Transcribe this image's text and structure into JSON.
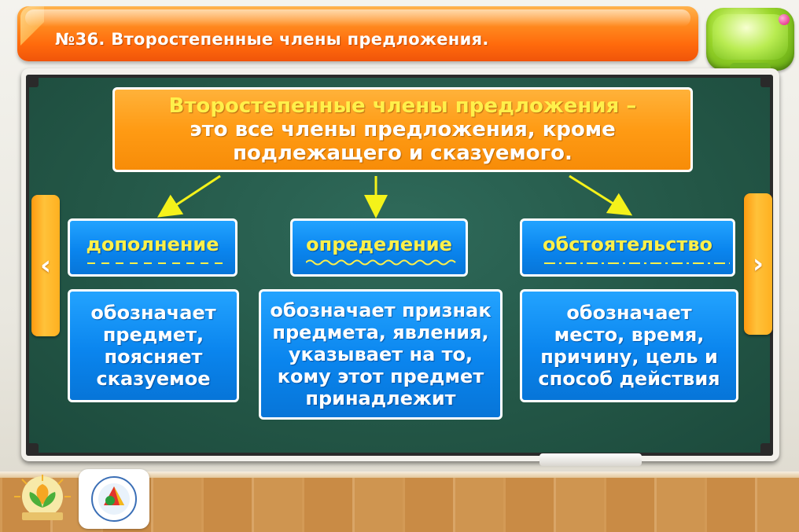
{
  "banner": {
    "title": "№36. Второстепенные члены предложения."
  },
  "definition": {
    "term": "Второстепенные члены предложения –",
    "line2": "это все члены предложения, кроме",
    "line3": "подлежащего и сказуемого."
  },
  "nav": {
    "prev_icon": "chevron-left-icon",
    "next_icon": "chevron-right-icon"
  },
  "members": [
    {
      "label": "дополнение",
      "underline": "dashed",
      "description": "обозначает предмет, поясняет сказуемое"
    },
    {
      "label": "определение",
      "underline": "wavy",
      "description": "обозначает признак предмета, явления, указывает на то, кому этот предмет принадлежит"
    },
    {
      "label": "обстоятельство",
      "underline": "dash-dot",
      "description": "обозначает место, время, причину, цель и способ действия"
    }
  ],
  "colors": {
    "banner": "#ff7a14",
    "board": "#235646",
    "definition_bg": "#ff9b14",
    "card_bg": "#0a85ee",
    "term_yellow": "#fff04a",
    "arrow_yellow": "#f4f21a"
  }
}
